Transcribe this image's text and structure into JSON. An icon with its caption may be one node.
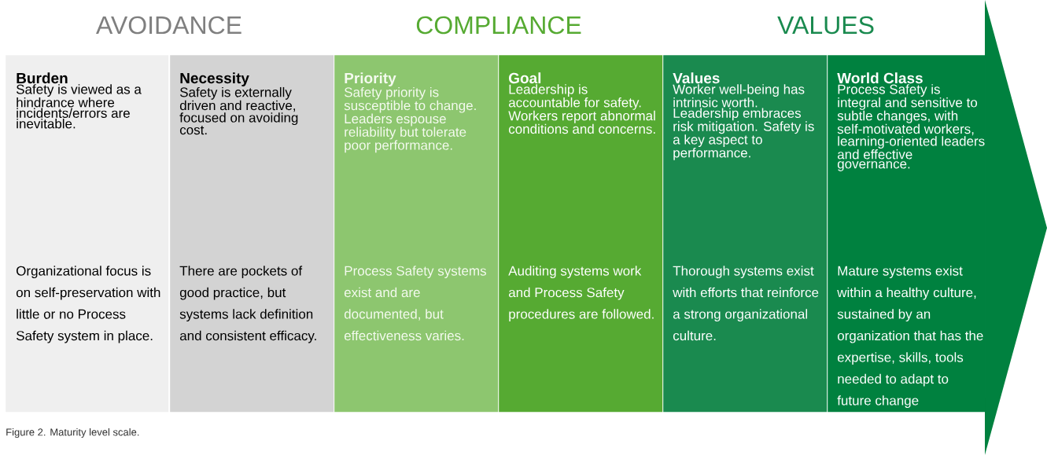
{
  "diagram": {
    "caption": "Figure 2. Maturity level scale.",
    "nodes": [
      {
        "text": [
          "Burden",
          "Safety is viewed as a hindrance where incidents/errors are inevitable.",
          "Organizational focus is on self-preservation with little or no Process Safety system in place."
        ]
      },
      {
        "text": [
          "Necessity",
          "Safety is externally driven and reactive, focused on avoiding cost.",
          "There are pockets of good practice, but systems lack definition and consistent efficacy."
        ]
      },
      {
        "text": [
          "Priority",
          "Safety priority is susceptible to change. Leaders espouse reliability but tolerate poor performance.",
          "Process Safety systems exist and are documented, but effectiveness varies."
        ]
      },
      {
        "text": [
          "Goal",
          "Leadership is accountable for safety. Workers report abnormal conditions and concerns.",
          "Auditing systems work and Process Safety procedures are followed."
        ]
      },
      {
        "text": [
          "Values",
          "Worker well-being has intrinsic worth. Leadership embraces risk mitigation. Safety is a key aspect to performance.",
          "Thorough systems exist with efforts that reinforce a strong organizational culture."
        ]
      },
      {
        "text": [
          "World Class",
          "Process Safety is integral and sensitive to subtle changes, with self-motivated workers, learning-oriented leaders and effective governance.",
          "Mature systems exist within a healthy culture, sustained by an organization that has the expertise, skills, tools needed to adapt to future change"
        ]
      }
    ],
    "labels": [
      "AVOIDANCE",
      "COMPLIANCE",
      "VALUES"
    ]
  }
}
